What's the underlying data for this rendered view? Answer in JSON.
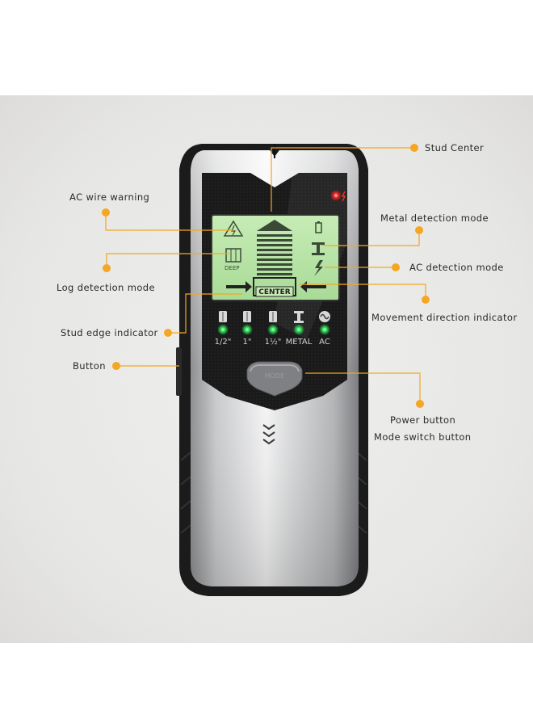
{
  "device": {
    "lcd_center_label": "CENTER",
    "lcd_deep_label": "DEEP",
    "mode_button_label": "MODE",
    "indicators": [
      {
        "label": "1/2\"",
        "icon": "stud-icon",
        "led_color": "#2ee85a"
      },
      {
        "label": "1\"",
        "icon": "stud-icon",
        "led_color": "#2ee85a"
      },
      {
        "label": "1½\"",
        "icon": "stud-icon",
        "led_color": "#2ee85a"
      },
      {
        "label": "METAL",
        "icon": "i-beam-icon",
        "led_color": "#2ee85a"
      },
      {
        "label": "AC",
        "icon": "ac-wave-icon",
        "led_color": "#2ee85a"
      }
    ],
    "power_led_color": "#ff2222"
  },
  "callouts": {
    "stud_center": "Stud Center",
    "ac_wire_warning": "AC wire warning",
    "metal_detection_mode": "Metal detection mode",
    "ac_detection_mode": "AC detection mode",
    "log_detection_mode": "Log detection mode",
    "movement_direction_indicator": "Movement direction indicator",
    "stud_edge_indicator": "Stud edge indicator",
    "button": "Button",
    "power_button": "Power button",
    "mode_switch_button": "Mode switch button"
  },
  "colors": {
    "callout_dot": "#f5a623",
    "callout_line": "#f5a623",
    "lcd_green": "#b9e6a8"
  }
}
